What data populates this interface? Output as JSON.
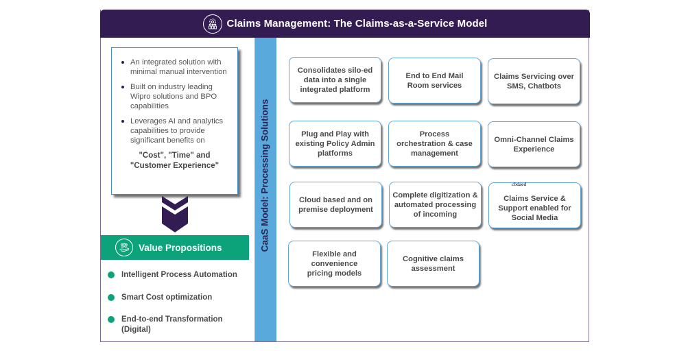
{
  "header": {
    "title": "Claims Management: The Claims-as-a-Service Model",
    "icon": "gear-people-icon",
    "bg_color": "#321c52"
  },
  "overview": {
    "bullets": [
      "An integrated solution with minimal manual intervention",
      "Built on industry leading Wipro solutions and BPO capabilities",
      "Leverages AI and analytics capabilities to provide significant benefits on"
    ],
    "emphasis_line1": "\"Cost\", \"Time\" and",
    "emphasis_line2": "\"Customer Experience\""
  },
  "value_propositions": {
    "title": "Value Propositions",
    "icon": "hand-people-icon",
    "color": "#0da37a",
    "items": [
      "Intelligent Process Automation",
      "Smart Cost optimization",
      "End-to-end Transformation (Digital)"
    ]
  },
  "strip": {
    "label": "CaaS Model: Processing Solutions",
    "color": "#5aa9dc"
  },
  "solutions": [
    "Consolidates silo-ed data into a single integrated platform",
    "End to End Mail Room services",
    "Claims Servicing over SMS, Chatbots",
    "Plug and Play with existing Policy Admin platforms",
    "Process orchestration & case management",
    "Omni-Channel Claims Experience",
    "Cloud based and on premise deployment",
    "Complete digitization & automated processing of incoming",
    "Claims Service & Support enabled for Social Media",
    "Flexible and convenience pricing models",
    "Cognitive claims assessment"
  ],
  "stray_text": "cbdaed"
}
